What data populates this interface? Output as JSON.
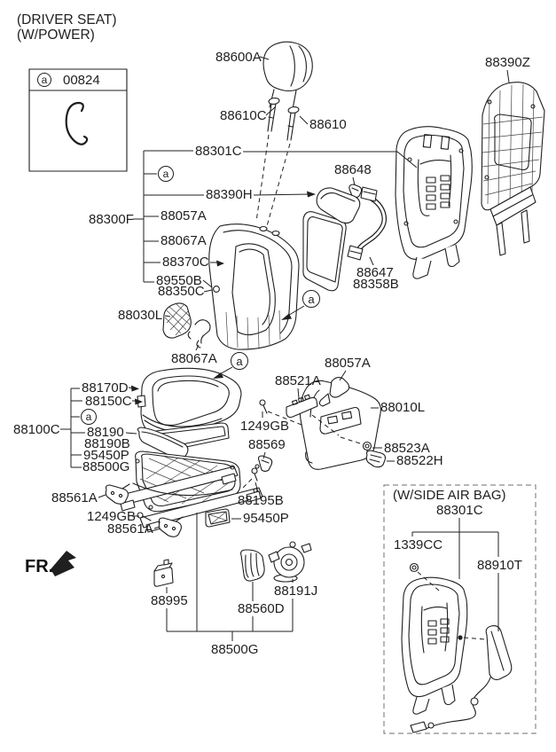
{
  "page": {
    "title_line1": "(DRIVER SEAT)",
    "title_line2": "(W/POWER)",
    "fr_label": "FR."
  },
  "legend": {
    "marker": "a",
    "code": "00824"
  },
  "callout_marker": "a",
  "parts": [
    {
      "code": "88600A"
    },
    {
      "code": "88390Z"
    },
    {
      "code": "88610C"
    },
    {
      "code": "88610"
    },
    {
      "code": "88301C"
    },
    {
      "code": "88648"
    },
    {
      "code": "88390H"
    },
    {
      "code": "88300F"
    },
    {
      "code": "88057A"
    },
    {
      "code": "88067A"
    },
    {
      "code": "88370C"
    },
    {
      "code": "89550B"
    },
    {
      "code": "88350C"
    },
    {
      "code": "88030L"
    },
    {
      "code": "88647"
    },
    {
      "code": "88358B"
    },
    {
      "code": "88067A"
    },
    {
      "code": "88170D"
    },
    {
      "code": "88150C"
    },
    {
      "code": "88100C"
    },
    {
      "code": "88190"
    },
    {
      "code": "88190B"
    },
    {
      "code": "95450P"
    },
    {
      "code": "88500G"
    },
    {
      "code": "88521A"
    },
    {
      "code": "88057A"
    },
    {
      "code": "1249GB"
    },
    {
      "code": "88010L"
    },
    {
      "code": "88569"
    },
    {
      "code": "88523A"
    },
    {
      "code": "88522H"
    },
    {
      "code": "88195B"
    },
    {
      "code": "88561A"
    },
    {
      "code": "1249GB"
    },
    {
      "code": "88561A"
    },
    {
      "code": "95450P"
    },
    {
      "code": "88995"
    },
    {
      "code": "88560D"
    },
    {
      "code": "88191J"
    },
    {
      "code": "88500G"
    }
  ],
  "side_airbag": {
    "title": "(W/SIDE AIR BAG)",
    "parts": [
      {
        "code": "88301C"
      },
      {
        "code": "1339CC"
      },
      {
        "code": "88910T"
      }
    ]
  },
  "colors": {
    "line": "#1f1f1f",
    "text": "#1f1f1f",
    "background": "#ffffff",
    "dashed_box": "#8a8a8a"
  }
}
